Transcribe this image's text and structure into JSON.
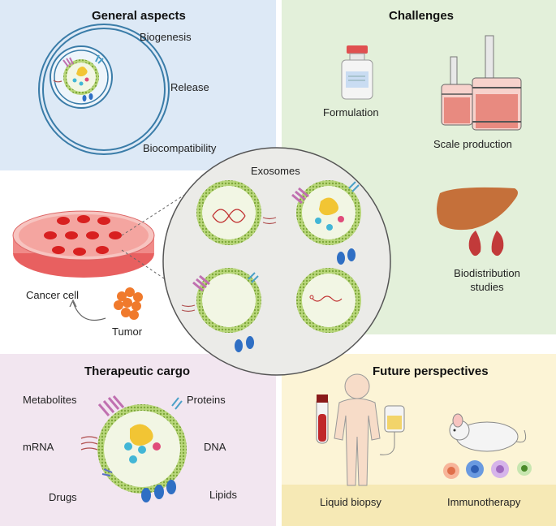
{
  "general": {
    "title": "General aspects",
    "biogenesis": "Biogenesis",
    "release": "Release",
    "biocompatibility": "Biocompatibility"
  },
  "challenges": {
    "title": "Challenges",
    "formulation": "Formulation",
    "scale": "Scale production",
    "biodistribution_1": "Biodistribution",
    "biodistribution_2": "studies"
  },
  "center": {
    "exosomes": "Exosomes",
    "cancer_cell": "Cancer cell",
    "tumor": "Tumor"
  },
  "cargo": {
    "title": "Therapeutic cargo",
    "metabolites": "Metabolites",
    "proteins": "Proteins",
    "mrna": "mRNA",
    "dna": "DNA",
    "drugs": "Drugs",
    "lipids": "Lipids"
  },
  "future": {
    "title": "Future perspectives",
    "liquid_biopsy": "Liquid biopsy",
    "immunotherapy": "Immunotherapy"
  },
  "colors": {
    "general_bg": "#dde9f6",
    "challenges_bg": "#e3f0da",
    "cargo_bg": "#f2e6f0",
    "future_bg": "#fcf4d6",
    "membrane": "#8fbf4a",
    "vesicle_fill": "#f2f6e4",
    "dish": "#e86060"
  }
}
